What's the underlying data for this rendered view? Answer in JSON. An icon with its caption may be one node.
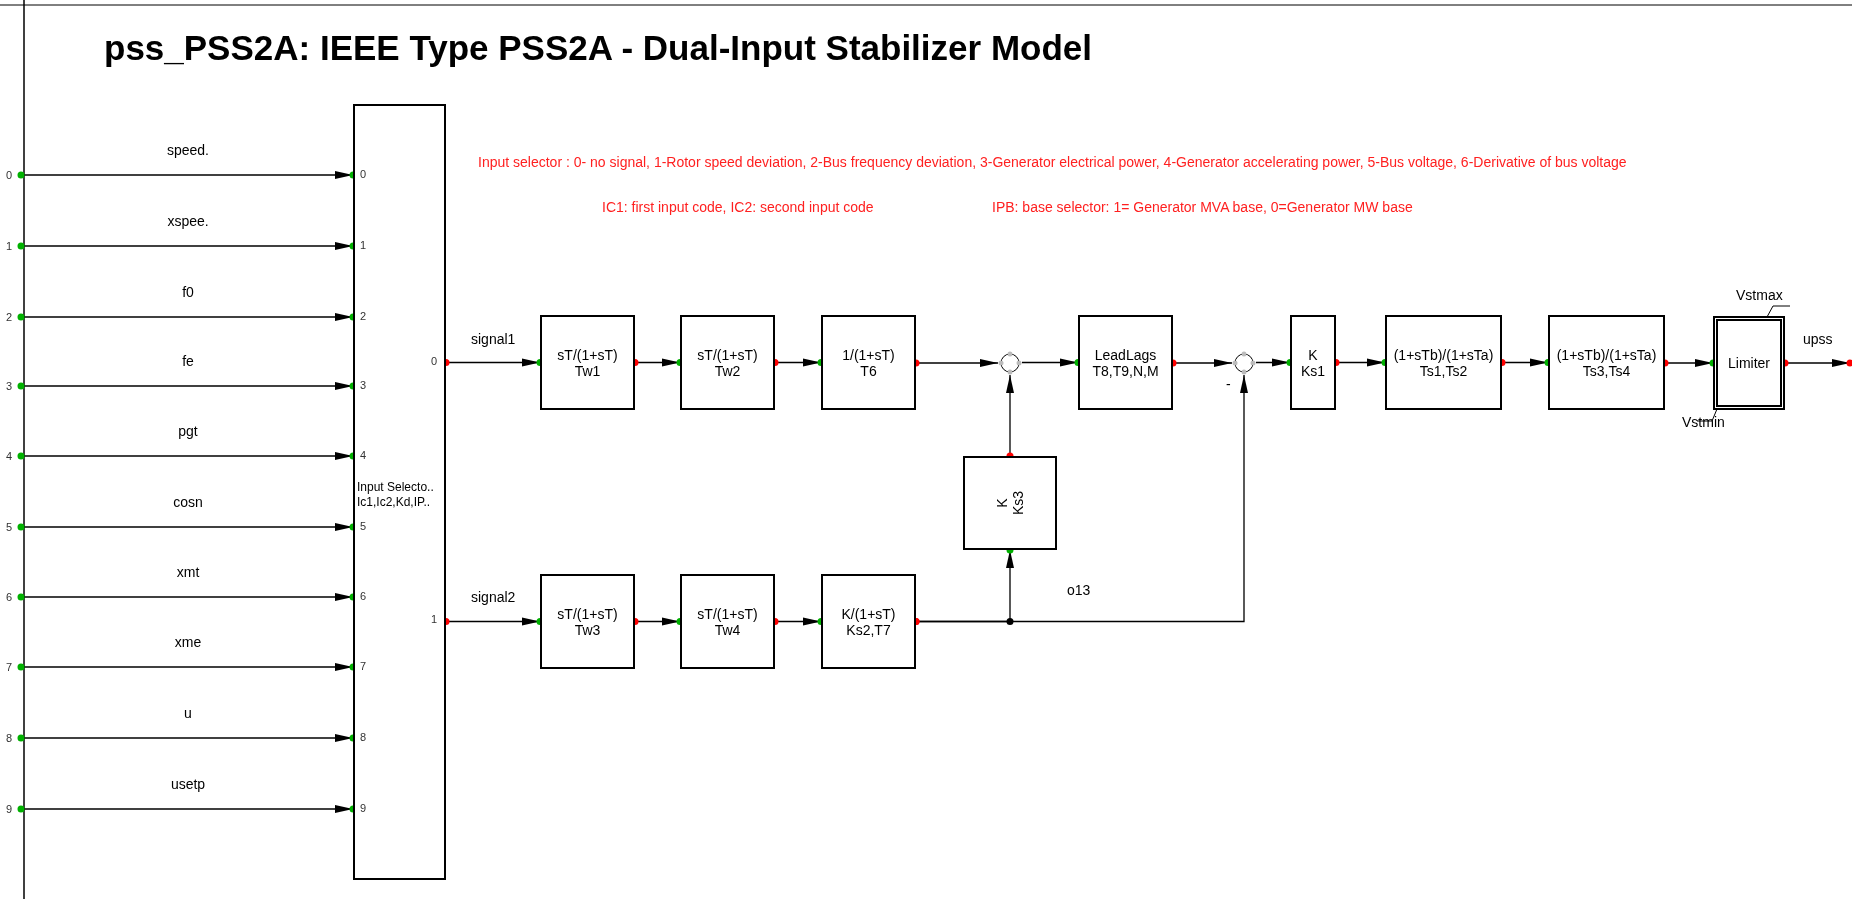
{
  "diagram": {
    "title": "pss_PSS2A: IEEE Type PSS2A - Dual-Input Stabilizer Model",
    "nodes": [
      {
        "text": [
          "Input Selecto.. Ic1,Ic2,Kd,IP.."
        ]
      },
      {
        "text": [
          "sT/(1+sT)",
          "Tw1"
        ]
      },
      {
        "text": [
          "sT/(1+sT)",
          "Tw2"
        ]
      },
      {
        "text": [
          "1/(1+sT)",
          "T6"
        ]
      },
      {
        "text": [],
        "shape": "circle"
      },
      {
        "text": [
          "LeadLags",
          "T8,T9,N,M"
        ]
      },
      {
        "text": [],
        "shape": "circle"
      },
      {
        "text": [
          "K",
          "Ks1"
        ]
      },
      {
        "text": [
          "(1+sTb)/(1+sTa)",
          "Ts1,Ts2"
        ]
      },
      {
        "text": [
          "(1+sTb)/(1+sTa)",
          "Ts3,Ts4"
        ]
      },
      {
        "text": [
          "Limiter"
        ],
        "beside": [
          "Vstmax",
          "Vstmin"
        ]
      },
      {
        "text": [
          "K",
          "Ks3"
        ]
      },
      {
        "text": [
          "sT/(1+sT)",
          "Tw3"
        ]
      },
      {
        "text": [
          "sT/(1+sT)",
          "Tw4"
        ]
      },
      {
        "text": [
          "K/(1+sT)",
          "Ks2,T7"
        ]
      },
      {
        "text": [
          "0"
        ]
      },
      {
        "text": [
          "1"
        ]
      },
      {
        "text": [
          "2"
        ]
      },
      {
        "text": [
          "3"
        ]
      },
      {
        "text": [
          "4"
        ]
      },
      {
        "text": [
          "5"
        ]
      },
      {
        "text": [
          "6"
        ]
      },
      {
        "text": [
          "7"
        ]
      },
      {
        "text": [
          "8"
        ]
      },
      {
        "text": [
          "9"
        ]
      }
    ],
    "edges": [
      {
        "from": 15,
        "to": 0,
        "arrow": "to",
        "label": "speed."
      },
      {
        "from": 16,
        "to": 0,
        "arrow": "to",
        "label": "xspee."
      },
      {
        "from": 17,
        "to": 0,
        "arrow": "to",
        "label": "f0"
      },
      {
        "from": 18,
        "to": 0,
        "arrow": "to",
        "label": "fe"
      },
      {
        "from": 19,
        "to": 0,
        "arrow": "to",
        "label": "pgt"
      },
      {
        "from": 20,
        "to": 0,
        "arrow": "to",
        "label": "cosn"
      },
      {
        "from": 21,
        "to": 0,
        "arrow": "to",
        "label": "xmt"
      },
      {
        "from": 22,
        "to": 0,
        "arrow": "to",
        "label": "xme"
      },
      {
        "from": 23,
        "to": 0,
        "arrow": "to",
        "label": "u"
      },
      {
        "from": 24,
        "to": 0,
        "arrow": "to",
        "label": "usetp"
      },
      {
        "from": 0,
        "to": 1,
        "arrow": "to",
        "label": "signal1"
      },
      {
        "from": 1,
        "to": 2,
        "arrow": "to"
      },
      {
        "from": 2,
        "to": 3,
        "arrow": "to"
      },
      {
        "from": 3,
        "to": 4,
        "arrow": "to"
      },
      {
        "from": 4,
        "to": 5,
        "arrow": "to"
      },
      {
        "from": 5,
        "to": 6,
        "arrow": "to"
      },
      {
        "from": 6,
        "to": 7,
        "arrow": "to"
      },
      {
        "from": 7,
        "to": 8,
        "arrow": "to"
      },
      {
        "from": 8,
        "to": 9,
        "arrow": "to"
      },
      {
        "from": 9,
        "to": 10,
        "arrow": "to"
      },
      {
        "from": 10,
        "to": null,
        "arrow": "to",
        "label": "upss"
      },
      {
        "from": 0,
        "to": 12,
        "arrow": "to",
        "label": "signal2"
      },
      {
        "from": 12,
        "to": 13,
        "arrow": "to"
      },
      {
        "from": 13,
        "to": 14,
        "arrow": "to"
      },
      {
        "from": 14,
        "to": 11,
        "arrow": "to"
      },
      {
        "from": 14,
        "to": 6,
        "arrow": "to",
        "label": "o13"
      },
      {
        "from": 11,
        "to": 4,
        "arrow": "to"
      }
    ],
    "labels": [
      "Input selector : 0- no signal, 1-Rotor speed deviation, 2-Bus frequency deviation, 3-Generator electrical power, 4-Generator accelerating power, 5-Bus voltage, 6-Derivative of bus voltage",
      "IC1: first input code, IC2: second input code",
      "IPB: base selector: 1= Generator MVA base, 0=Generator MW base",
      "0",
      "1",
      "2",
      "3",
      "4",
      "5",
      "6",
      "7",
      "8",
      "9",
      "0",
      "1",
      "-"
    ]
  }
}
